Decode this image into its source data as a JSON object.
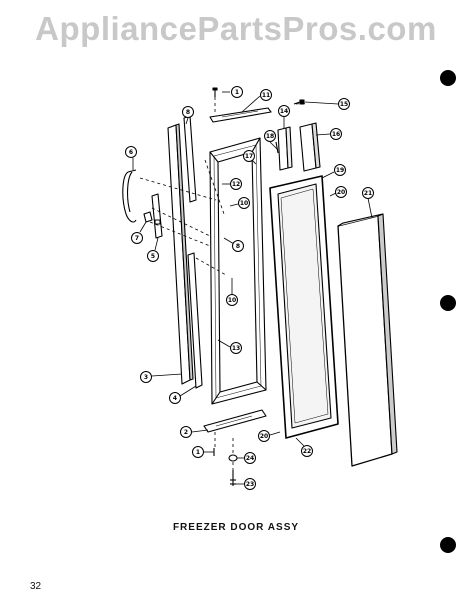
{
  "watermark": "AppliancePartsPros.com",
  "caption": "FREEZER DOOR ASSY",
  "page_number": "32",
  "colors": {
    "line": "#000000",
    "watermark": "#c8c8c8",
    "background": "#ffffff"
  },
  "callouts": [
    {
      "id": "c1a",
      "label": "1"
    },
    {
      "id": "c11",
      "label": "11"
    },
    {
      "id": "c14",
      "label": "14"
    },
    {
      "id": "c15",
      "label": "15"
    },
    {
      "id": "c6",
      "label": "6"
    },
    {
      "id": "c8a",
      "label": "8"
    },
    {
      "id": "c18",
      "label": "18"
    },
    {
      "id": "c16",
      "label": "16"
    },
    {
      "id": "c17",
      "label": "17"
    },
    {
      "id": "c12",
      "label": "12"
    },
    {
      "id": "c19",
      "label": "19"
    },
    {
      "id": "c20a",
      "label": "20"
    },
    {
      "id": "c10a",
      "label": "10"
    },
    {
      "id": "c21",
      "label": "21"
    },
    {
      "id": "c7",
      "label": "7"
    },
    {
      "id": "c8b",
      "label": "8"
    },
    {
      "id": "c5",
      "label": "5"
    },
    {
      "id": "c10b",
      "label": "10"
    },
    {
      "id": "c13",
      "label": "13"
    },
    {
      "id": "c3",
      "label": "3"
    },
    {
      "id": "c4",
      "label": "4"
    },
    {
      "id": "c2",
      "label": "2"
    },
    {
      "id": "c20b",
      "label": "20"
    },
    {
      "id": "c22",
      "label": "22"
    },
    {
      "id": "c1b",
      "label": "1"
    },
    {
      "id": "c24",
      "label": "24"
    },
    {
      "id": "c23",
      "label": "23"
    }
  ]
}
